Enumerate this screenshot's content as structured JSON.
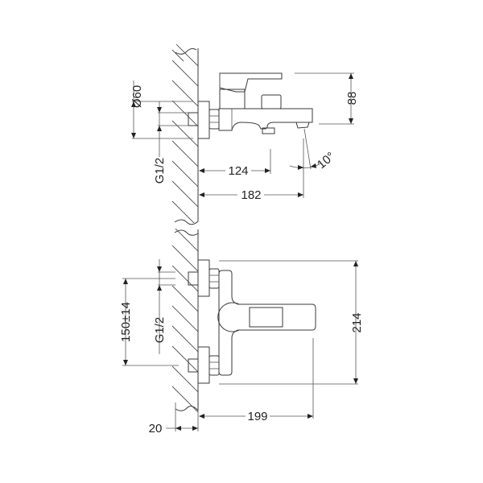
{
  "drawing": {
    "title": "Bath mixer dimensional drawing",
    "colors": {
      "line": "#3a3a3a",
      "text": "#222222",
      "background": "#ffffff"
    },
    "side_view": {
      "diameter_label": "Ø60",
      "thread_label": "G1/2",
      "height_label": "88",
      "depth_spout_outlet_label": "124",
      "depth_total_label": "182",
      "angle_label": "10°"
    },
    "front_view": {
      "center_distance_label": "150±14",
      "thread_label": "G1/2",
      "height_label": "214",
      "depth_label": "199",
      "wall_offset_label": "20"
    }
  }
}
